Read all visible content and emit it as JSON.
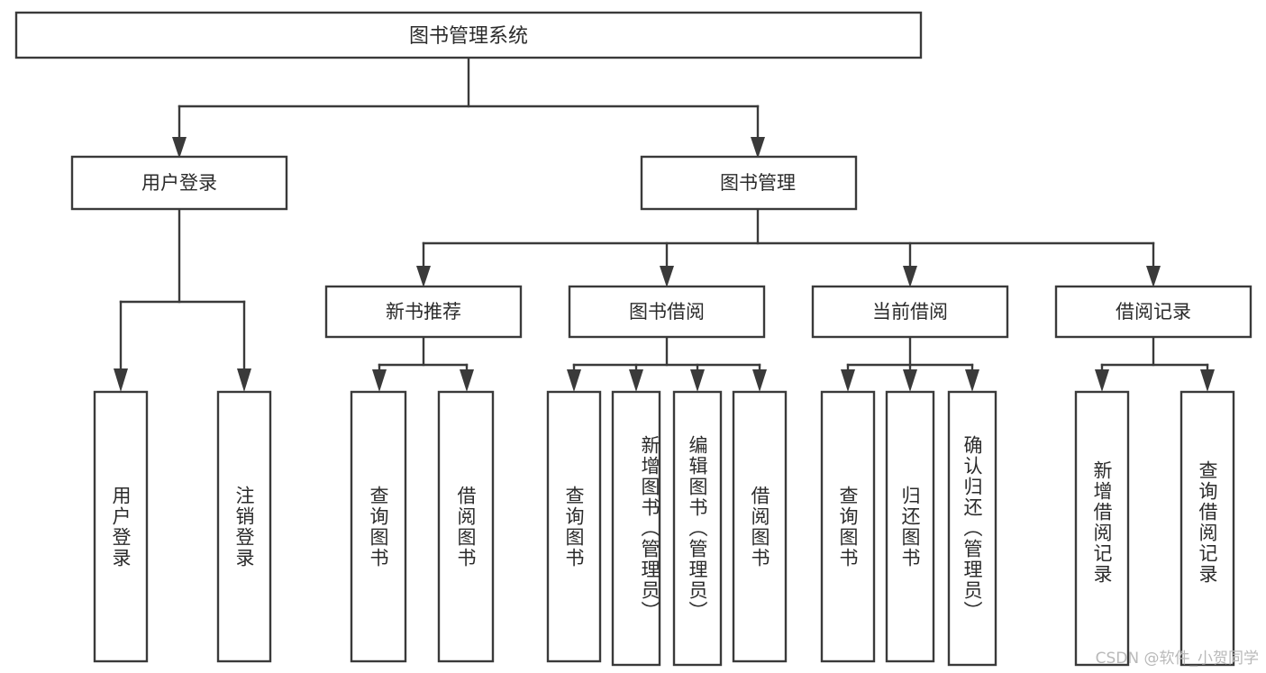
{
  "diagram": {
    "title": "图书管理系统",
    "type": "hierarchy-tree",
    "orientation": "top-down",
    "levels": 4,
    "colors": {
      "stroke": "#3a3a3a",
      "fill": "#ffffff",
      "text": "#2b2b2b",
      "background": "#ffffff",
      "watermark": "#b9b9b9"
    }
  },
  "root": {
    "label": "图书管理系统"
  },
  "level2": [
    {
      "label": "用户登录"
    },
    {
      "label": "图书管理"
    }
  ],
  "level3": [
    {
      "label": "新书推荐"
    },
    {
      "label": "图书借阅"
    },
    {
      "label": "当前借阅"
    },
    {
      "label": "借阅记录"
    }
  ],
  "leaves": {
    "user_login": [
      {
        "label": "用户登录"
      },
      {
        "label": "注销登录"
      }
    ],
    "new_book_recommend": [
      {
        "label": "查询图书"
      },
      {
        "label": "借阅图书"
      }
    ],
    "book_borrow": [
      {
        "label": "查询图书"
      },
      {
        "label": "新增图书（管理员）"
      },
      {
        "label": "编辑图书（管理员）"
      },
      {
        "label": "借阅图书"
      }
    ],
    "current_borrow": [
      {
        "label": "查询图书"
      },
      {
        "label": "归还图书"
      },
      {
        "label": "确认归还（管理员）"
      }
    ],
    "borrow_record": [
      {
        "label": "新增借阅记录"
      },
      {
        "label": "查询借阅记录"
      }
    ]
  },
  "watermark": {
    "text": "CSDN @软件_小贺同学"
  },
  "chart_data": {
    "type": "table",
    "title": "图书管理系统 功能结构图",
    "tree": {
      "name": "图书管理系统",
      "children": [
        {
          "name": "用户登录",
          "children": [
            {
              "name": "用户登录"
            },
            {
              "name": "注销登录"
            }
          ]
        },
        {
          "name": "图书管理",
          "children": [
            {
              "name": "新书推荐",
              "children": [
                {
                  "name": "查询图书"
                },
                {
                  "name": "借阅图书"
                }
              ]
            },
            {
              "name": "图书借阅",
              "children": [
                {
                  "name": "查询图书"
                },
                {
                  "name": "新增图书（管理员）"
                },
                {
                  "name": "编辑图书（管理员）"
                },
                {
                  "name": "借阅图书"
                }
              ]
            },
            {
              "name": "当前借阅",
              "children": [
                {
                  "name": "查询图书"
                },
                {
                  "name": "归还图书"
                },
                {
                  "name": "确认归还（管理员）"
                }
              ]
            },
            {
              "name": "借阅记录",
              "children": [
                {
                  "name": "新增借阅记录"
                },
                {
                  "name": "查询借阅记录"
                }
              ]
            }
          ]
        }
      ]
    }
  }
}
